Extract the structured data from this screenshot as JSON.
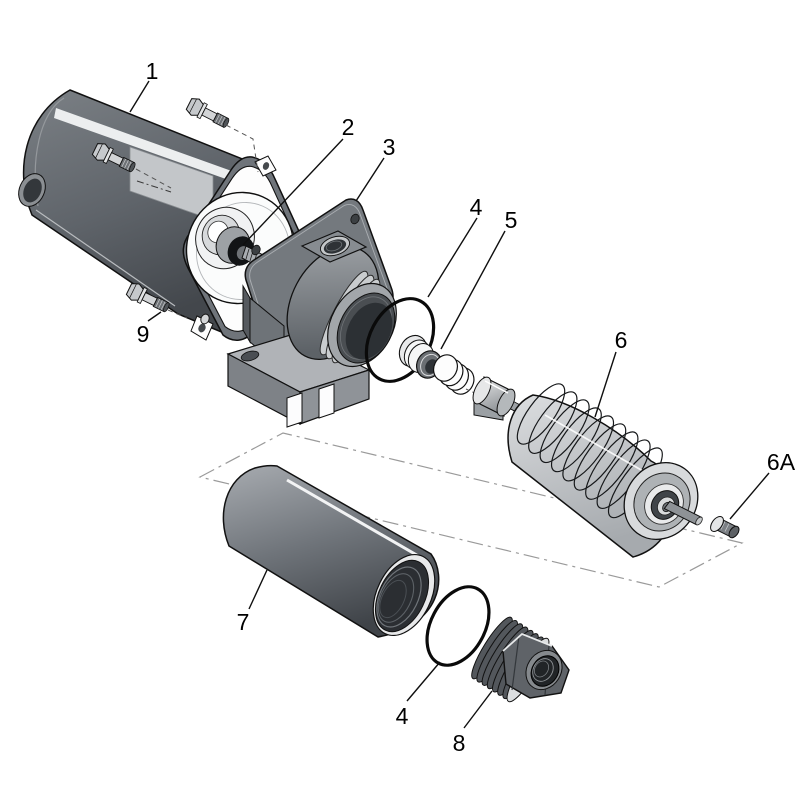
{
  "diagram": {
    "type": "exploded-view parts diagram",
    "subject": "Centrifugal booster pump with electric motor",
    "background_color": "#ffffff",
    "outline_color": "#1a1a1a",
    "label_color": "#000000",
    "accent_colors": {
      "metal_light": "#d8dadc",
      "metal_mid": "#8e9296",
      "metal_dark": "#54585c",
      "rubber_black": "#0a0a0a"
    }
  },
  "callouts": [
    {
      "label": "1",
      "part": "electric motor"
    },
    {
      "label": "2",
      "part": "shaft seal"
    },
    {
      "label": "3",
      "part": "mounting bracket / volute"
    },
    {
      "label": "4",
      "part": "o-ring (volute)"
    },
    {
      "label": "5",
      "part": "mechanical seal and spring"
    },
    {
      "label": "6",
      "part": "impeller / diffuser stack"
    },
    {
      "label": "6A",
      "part": "impeller screw"
    },
    {
      "label": "7",
      "part": "casing sleeve"
    },
    {
      "label": "4",
      "part": "o-ring (casing)"
    },
    {
      "label": "8",
      "part": "end plug fitting"
    },
    {
      "label": "9",
      "part": "motor mounting bolt"
    }
  ]
}
